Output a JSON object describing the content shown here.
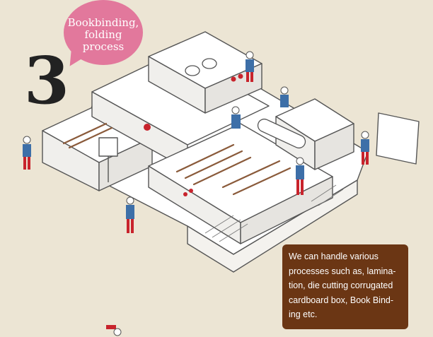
{
  "bubble": {
    "lines": [
      "Bookbinding,",
      "folding",
      "process"
    ]
  },
  "step_number": "3",
  "info_box": {
    "lines": [
      "We can handle various",
      "processes such as, lamina-",
      "tion, die cutting corrugated",
      "cardboard box, Book Bind-",
      "ing etc."
    ]
  },
  "colors": {
    "background": "#ece5d4",
    "bubble": "#e2789c",
    "info_box": "#6b3614",
    "worker_shirt": "#3d6fa8",
    "worker_pants": "#c8232c",
    "machine_line": "#555555"
  }
}
